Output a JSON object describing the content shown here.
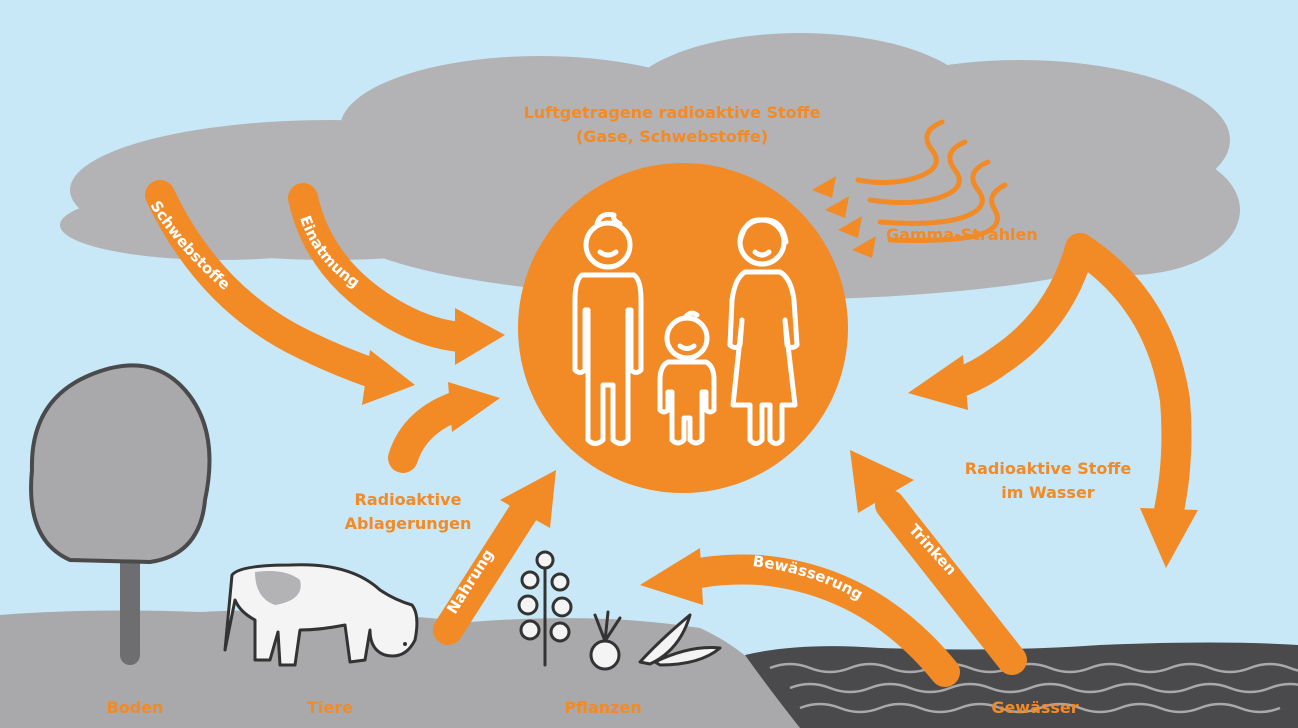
{
  "colors": {
    "sky": "#c8e8f7",
    "cloud": "#b3b3b6",
    "ground": "#a9a9ac",
    "accent": "#f28a26",
    "water": "#4a4a4c"
  },
  "labels": {
    "airborne_line1": "Luftgetragene radioaktive Stoffe",
    "airborne_line2": "(Gase, Schwebstoffe)",
    "gamma": "Gamma-Strahlen",
    "water_line1": "Radioaktive Stoffe",
    "water_line2": "im Wasser",
    "deposits_line1": "Radioaktive",
    "deposits_line2": "Ablagerungen",
    "suspended": "Schwebstoffe",
    "inhalation": "Einatmung",
    "food": "Nahrung",
    "irrigation": "Bewässerung",
    "drinking": "Trinken"
  },
  "ground_labels": {
    "soil": "Boden",
    "animals": "Tiere",
    "plants": "Pflanzen",
    "waters": "Gewässer"
  }
}
